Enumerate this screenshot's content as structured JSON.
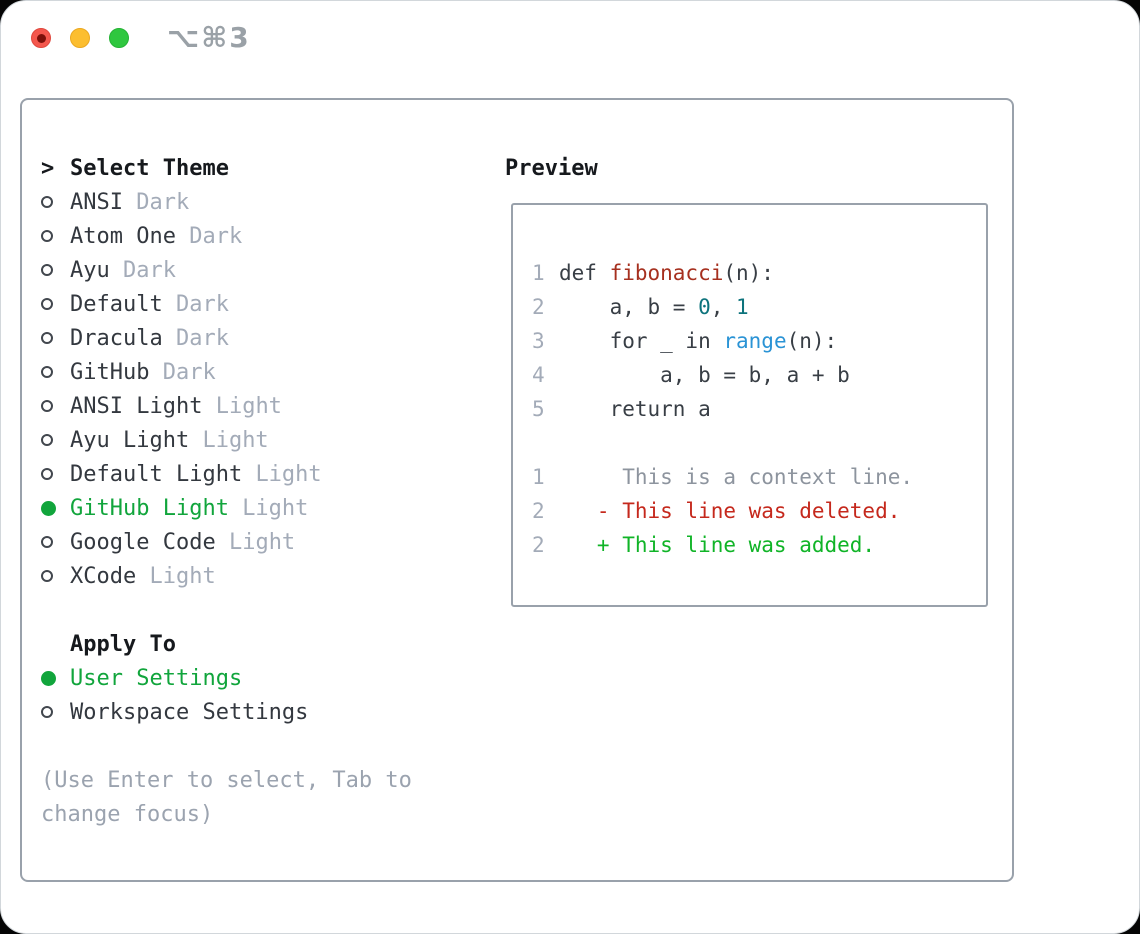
{
  "window": {
    "title": "⌥⌘3",
    "buttons": {
      "close": "close",
      "minimize": "minimize",
      "zoom": "zoom"
    }
  },
  "theme_picker": {
    "prompt": ">",
    "title": "Select Theme",
    "items": [
      {
        "name": "ANSI",
        "variant": "Dark",
        "selected": false
      },
      {
        "name": "Atom One",
        "variant": "Dark",
        "selected": false
      },
      {
        "name": "Ayu",
        "variant": "Dark",
        "selected": false
      },
      {
        "name": "Default",
        "variant": "Dark",
        "selected": false
      },
      {
        "name": "Dracula",
        "variant": "Dark",
        "selected": false
      },
      {
        "name": "GitHub",
        "variant": "Dark",
        "selected": false
      },
      {
        "name": "ANSI Light",
        "variant": "Light",
        "selected": false
      },
      {
        "name": "Ayu Light",
        "variant": "Light",
        "selected": false
      },
      {
        "name": "Default Light",
        "variant": "Light",
        "selected": false
      },
      {
        "name": "GitHub Light",
        "variant": "Light",
        "selected": true
      },
      {
        "name": "Google Code",
        "variant": "Light",
        "selected": false
      },
      {
        "name": "XCode",
        "variant": "Light",
        "selected": false
      }
    ],
    "apply_to": {
      "title": "Apply To",
      "options": [
        {
          "label": "User Settings",
          "selected": true
        },
        {
          "label": "Workspace Settings",
          "selected": false
        }
      ]
    },
    "hint_lines": [
      "(Use Enter to select, Tab to",
      "change focus)"
    ]
  },
  "preview": {
    "title": "Preview",
    "code_lines": [
      {
        "kind": "code-line",
        "num": "1",
        "segments": [
          {
            "t": "def ",
            "c": "code_default"
          },
          {
            "t": "fibonacci",
            "c": "function_red"
          },
          {
            "t": "(n):",
            "c": "code_default"
          }
        ]
      },
      {
        "kind": "code-line",
        "num": "2",
        "segments": [
          {
            "t": "    a, b = ",
            "c": "code_default"
          },
          {
            "t": "0",
            "c": "number_teal"
          },
          {
            "t": ", ",
            "c": "code_default"
          },
          {
            "t": "1",
            "c": "number_teal"
          }
        ]
      },
      {
        "kind": "code-line",
        "num": "3",
        "segments": [
          {
            "t": "    for _ in ",
            "c": "code_default"
          },
          {
            "t": "range",
            "c": "builtin_blue"
          },
          {
            "t": "(n):",
            "c": "code_default"
          }
        ]
      },
      {
        "kind": "code-line",
        "num": "4",
        "segments": [
          {
            "t": "        a, b = b, a + b",
            "c": "code_default"
          }
        ]
      },
      {
        "kind": "code-line",
        "num": "5",
        "segments": [
          {
            "t": "    return a",
            "c": "code_default"
          }
        ]
      },
      {
        "kind": "blank-line",
        "num": "",
        "segments": []
      },
      {
        "kind": "diff-context-line",
        "num": "1",
        "segments": [
          {
            "t": "     This is a context line.",
            "c": "context_gray"
          }
        ]
      },
      {
        "kind": "diff-deleted-line",
        "num": "2",
        "segments": [
          {
            "t": "   - This line was deleted.",
            "c": "deleted_red"
          }
        ]
      },
      {
        "kind": "diff-added-line",
        "num": "2",
        "segments": [
          {
            "t": "   + This line was added.",
            "c": "added_green"
          }
        ]
      }
    ]
  },
  "colors": {
    "border": "#99a1ab",
    "text_dark": "#16191d",
    "item_text": "#33383f",
    "muted": "#a3abb8",
    "hint": "#9ba3af",
    "lineno": "#a3abb8",
    "circle": "#42474e",
    "accent_green": "#11a53c",
    "added_green": "#10b427",
    "deleted_red": "#c5281c",
    "function_red": "#a6301f",
    "builtin_blue": "#2a93d5",
    "number_teal": "#0d737c",
    "code_default": "#383e45",
    "context_gray": "#8d949e",
    "titlebar_red": "#f4574d",
    "titlebar_red_dot": "#7c100a",
    "titlebar_yellow": "#fcbe30",
    "titlebar_green": "#2fc73f",
    "title_text": "#9aa1a7"
  }
}
